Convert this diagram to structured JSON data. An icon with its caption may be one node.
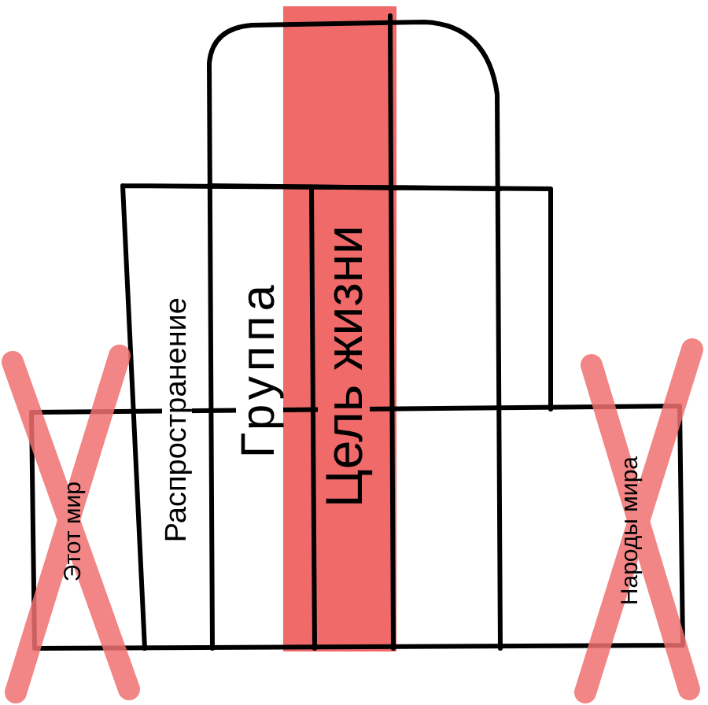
{
  "diagram": {
    "nodes": [
      {
        "text": [
          "Этот мир"
        ]
      },
      {
        "text": [
          "Распространение"
        ]
      },
      {
        "text": [
          "Группа"
        ]
      },
      {
        "text": [
          "Цель жизни"
        ]
      },
      {
        "text": [
          "Народы мира"
        ]
      }
    ]
  }
}
